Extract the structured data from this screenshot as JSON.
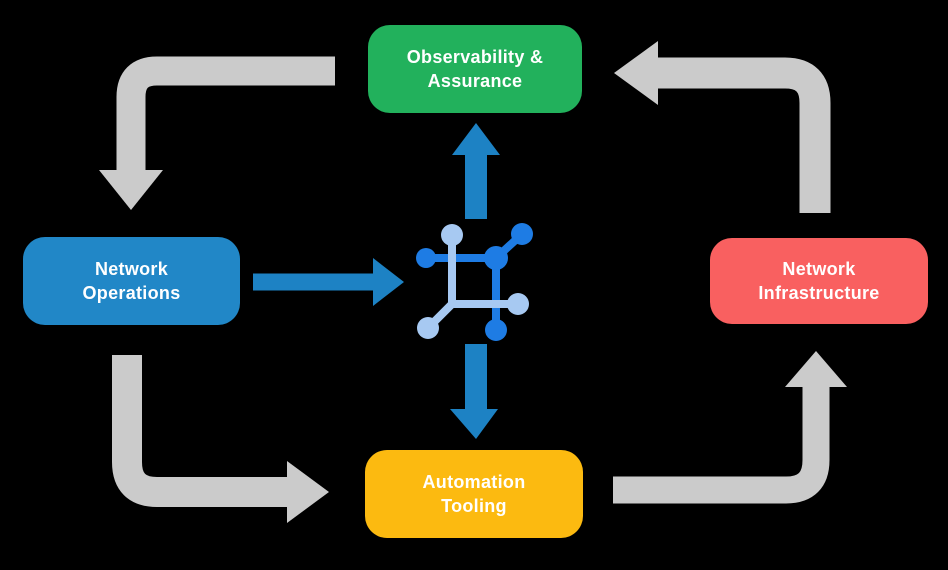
{
  "background": "#000000",
  "colors": {
    "arrow_gray": "#cbcbcb",
    "arrow_blue": "#1d82c4",
    "icon_dark_blue": "#1e7ce4",
    "icon_light_blue": "#a7c9f2",
    "text": "#ffffff"
  },
  "nodes": {
    "observability": {
      "label": "Observability &\nAssurance",
      "color": "#22b15c"
    },
    "operations": {
      "label": "Network\nOperations",
      "color": "#2187c7"
    },
    "infrastructure": {
      "label": "Network\nInfrastructure",
      "color": "#f96060"
    },
    "automation": {
      "label": "Automation\nTooling",
      "color": "#fcba10"
    }
  },
  "icons": {
    "center": "network-mesh-icon"
  }
}
